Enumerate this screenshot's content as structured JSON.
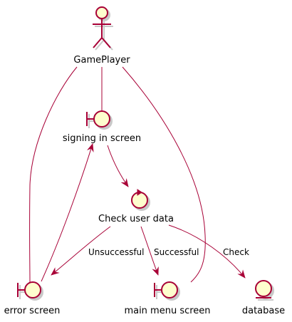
{
  "diagram": {
    "colors": {
      "line": "#A80036",
      "fill": "#FEFECE",
      "shadow": "#C8C8C8",
      "text": "#000000",
      "background": "#FFFFFF"
    },
    "nodes": {
      "gameplayer": {
        "label": "GamePlayer",
        "kind": "actor"
      },
      "signin": {
        "label": "signing in screen",
        "kind": "boundary"
      },
      "check": {
        "label": "Check user data",
        "kind": "control"
      },
      "error": {
        "label": "error screen",
        "kind": "boundary"
      },
      "mainmenu": {
        "label": "main menu screen",
        "kind": "boundary"
      },
      "database": {
        "label": "database",
        "kind": "entity"
      }
    },
    "edges": {
      "unsuccessful": "Unsuccessful",
      "successful": "Successful",
      "check": "Check"
    }
  }
}
